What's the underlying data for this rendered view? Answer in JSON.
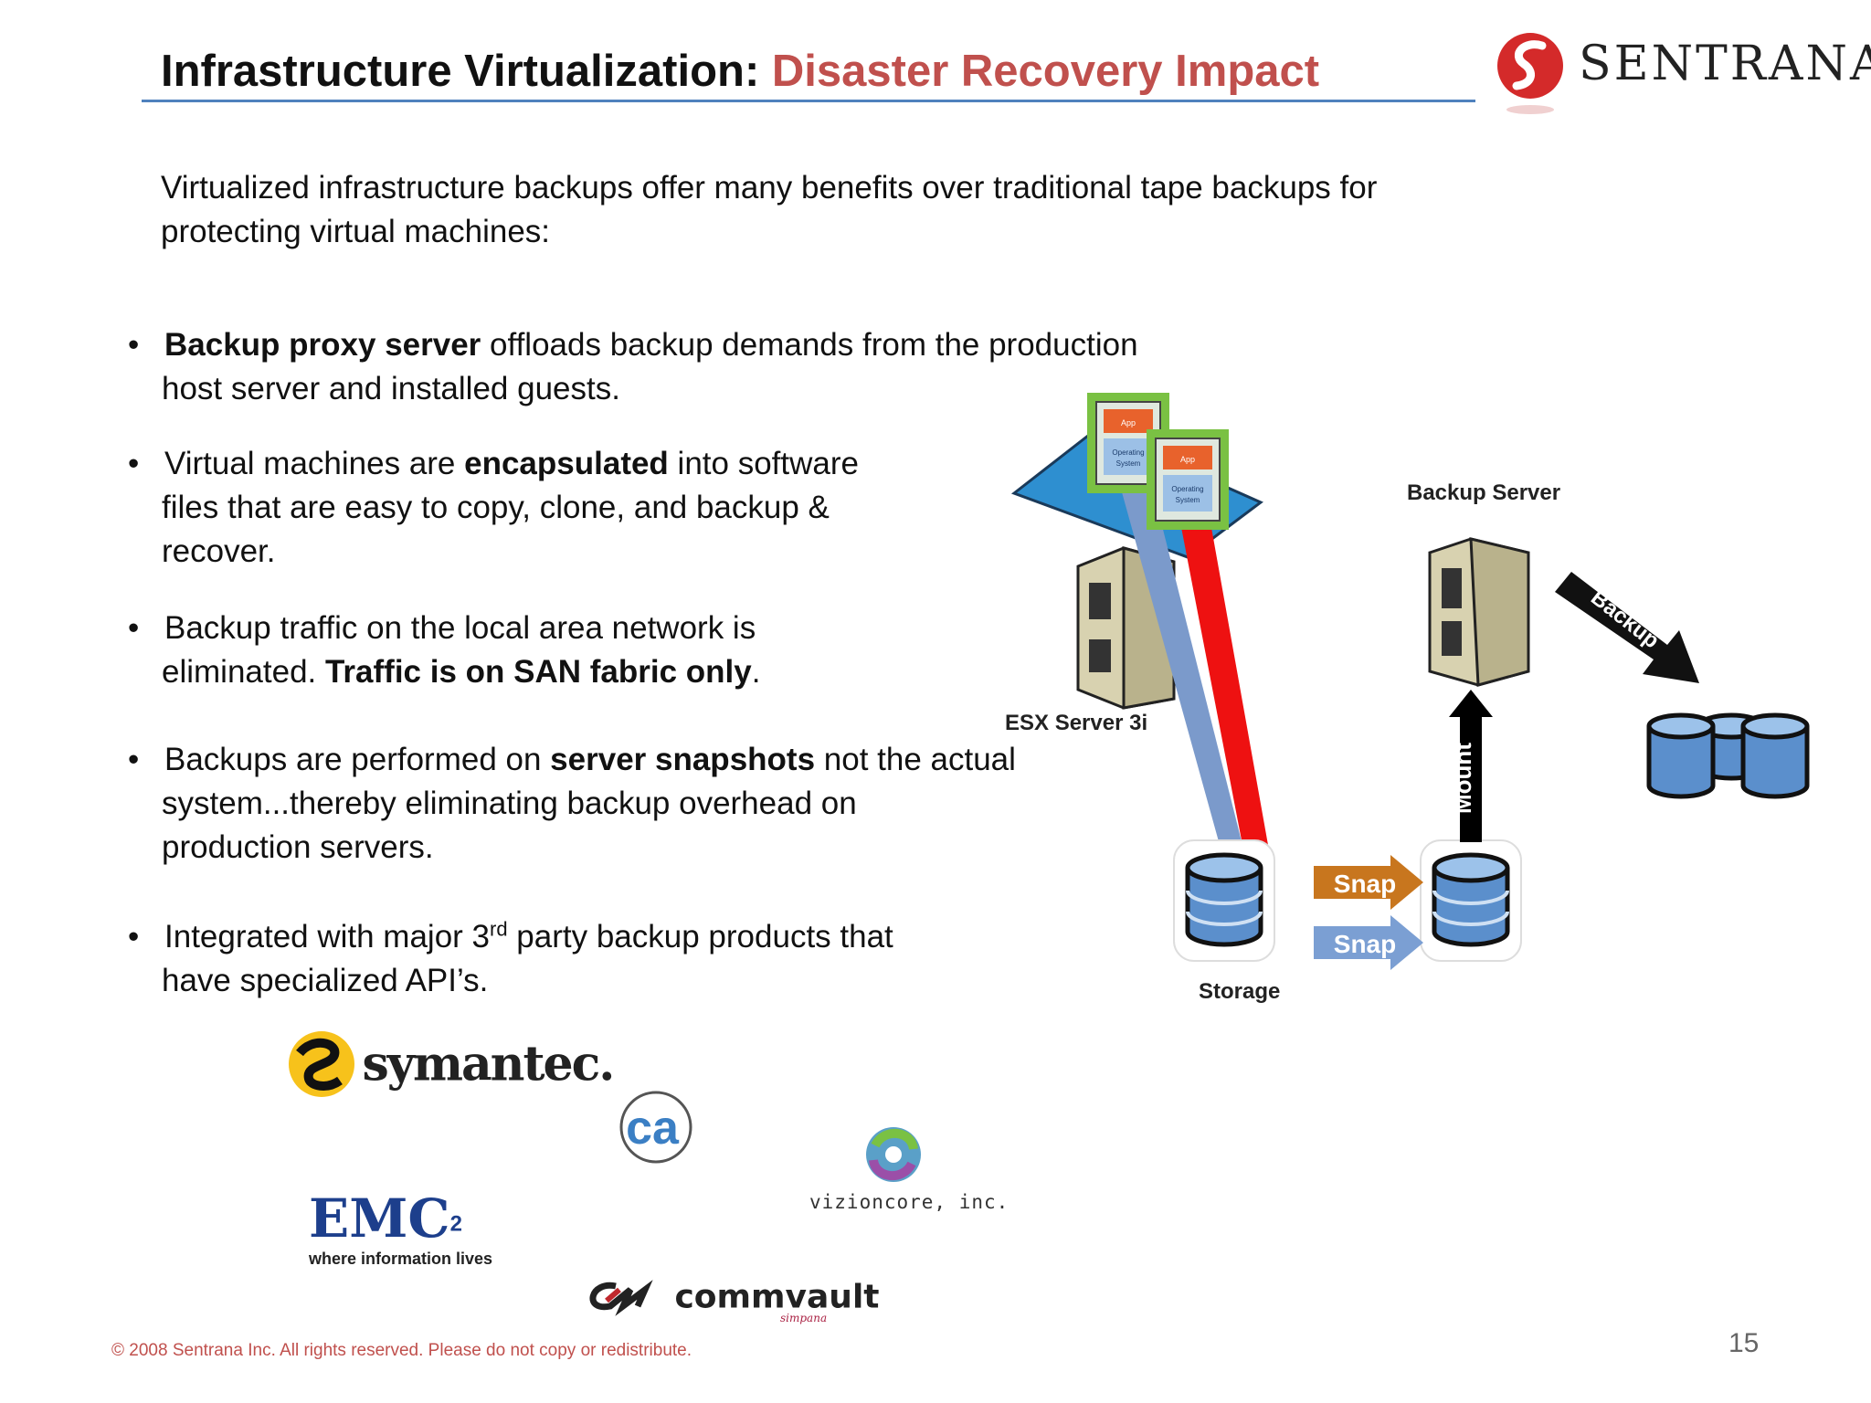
{
  "title": {
    "prefix": "Infrastructure Virtualization: ",
    "accent": "Disaster Recovery Impact",
    "accent_color": "#c0504d",
    "rule_color": "#4f81bd"
  },
  "logo": {
    "text": "SENTRANA",
    "icon": "sentrana-swirl-icon",
    "color": "#d42a2a"
  },
  "intro": "Virtualized infrastructure backups offer many benefits over traditional tape backups for protecting virtual machines:",
  "bullets": {
    "b1": {
      "l1_bold": "Backup proxy server",
      "l1_rest": " offloads backup demands from the production",
      "l2": "host server and installed guests."
    },
    "b2": {
      "l1_pre": "Virtual machines are ",
      "l1_bold": "encapsulated",
      "l1_rest": " into software",
      "l2": "files that are easy to copy, clone, and backup &",
      "l3": "recover."
    },
    "b3": {
      "l1": "Backup traffic on the local area network is",
      "l2_pre": "eliminated. ",
      "l2_bold": "Traffic is on SAN fabric only",
      "l2_post": "."
    },
    "b4": {
      "l1_pre": "Backups are performed on ",
      "l1_bold": "server snapshots",
      "l1_rest": " not the actual",
      "l2": "system...thereby eliminating backup overhead on",
      "l3": "production servers."
    },
    "b5": {
      "l1_pre": "Integrated with major 3",
      "l1_sup": "rd",
      "l1_rest": " party backup products that",
      "l2": "have specialized API’s."
    },
    "bullet_char": "•"
  },
  "diagram": {
    "esx_label": "ESX Server 3i",
    "backup_server_label": "Backup Server",
    "storage_label": "Storage",
    "vm1": {
      "app": "App",
      "os_line1": "Operating",
      "os_line2": "System"
    },
    "vm2": {
      "app": "App",
      "os_line1": "Operating",
      "os_line2": "System"
    },
    "snap1": "Snap",
    "snap2": "Snap",
    "mount": "Mount",
    "backup": "Backup",
    "colors": {
      "snap_orange": "#c8761e",
      "snap_blue": "#7b9fd3",
      "disk_blue": "#5b8fcc",
      "vm_green": "#7ac143",
      "red_beam": "#ee1111",
      "blue_beam": "#7b9acb"
    }
  },
  "partners": {
    "symantec": "symantec.",
    "ca": "ca",
    "vizioncore": "vizioncore, inc.",
    "emc": "EMC",
    "emc_sup": "2",
    "emc_tag": "where information lives",
    "commvault": "commvault",
    "commvault_tag": "simpana"
  },
  "footer": "© 2008 Sentrana Inc.  All rights reserved.  Please do not copy or redistribute.",
  "page_number": "15"
}
